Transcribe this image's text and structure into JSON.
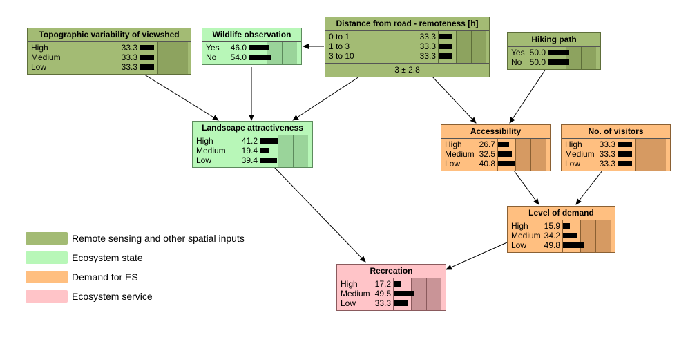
{
  "colors": {
    "spatial_inputs": "#a3bb74",
    "ecosystem_state": "#b8f7b8",
    "demand_for_es": "#ffbf80",
    "ecosystem_service": "#ffc4c8"
  },
  "legend": [
    {
      "label": "Remote sensing and other spatial inputs",
      "color": "#a3bb74"
    },
    {
      "label": "Ecosystem state",
      "color": "#b8f7b8"
    },
    {
      "label": "Demand for ES",
      "color": "#ffbf80"
    },
    {
      "label": "Ecosystem service",
      "color": "#ffc4c8"
    }
  ],
  "nodes": {
    "topo": {
      "title": "Topographic variability of viewshed",
      "category": "spatial_inputs",
      "states": [
        {
          "label": "High",
          "value": "33.3",
          "pct": 33.3
        },
        {
          "label": "Medium",
          "value": "33.3",
          "pct": 33.3
        },
        {
          "label": "Low",
          "value": "33.3",
          "pct": 33.3
        }
      ]
    },
    "wildlife": {
      "title": "Wildlife observation",
      "category": "ecosystem_state",
      "states": [
        {
          "label": "Yes",
          "value": "46.0",
          "pct": 46.0
        },
        {
          "label": "No",
          "value": "54.0",
          "pct": 54.0
        }
      ]
    },
    "distance": {
      "title": "Distance from road - remoteness [h]",
      "category": "spatial_inputs",
      "states": [
        {
          "label": "0 to 1",
          "value": "33.3",
          "pct": 33.3
        },
        {
          "label": "1 to 3",
          "value": "33.3",
          "pct": 33.3
        },
        {
          "label": "3 to 10",
          "value": "33.3",
          "pct": 33.3
        }
      ],
      "mean": "3 ± 2.8"
    },
    "hiking": {
      "title": "Hiking path",
      "category": "spatial_inputs",
      "states": [
        {
          "label": "Yes",
          "value": "50.0",
          "pct": 50.0
        },
        {
          "label": "No",
          "value": "50.0",
          "pct": 50.0
        }
      ]
    },
    "landscape": {
      "title": "Landscape attractiveness",
      "category": "ecosystem_state",
      "states": [
        {
          "label": "High",
          "value": "41.2",
          "pct": 41.2
        },
        {
          "label": "Medium",
          "value": "19.4",
          "pct": 19.4
        },
        {
          "label": "Low",
          "value": "39.4",
          "pct": 39.4
        }
      ]
    },
    "access": {
      "title": "Accessibility",
      "category": "demand_for_es",
      "states": [
        {
          "label": "High",
          "value": "26.7",
          "pct": 26.7
        },
        {
          "label": "Medium",
          "value": "32.5",
          "pct": 32.5
        },
        {
          "label": "Low",
          "value": "40.8",
          "pct": 40.8
        }
      ]
    },
    "visitors": {
      "title": "No. of visitors",
      "category": "demand_for_es",
      "states": [
        {
          "label": "High",
          "value": "33.3",
          "pct": 33.3
        },
        {
          "label": "Medium",
          "value": "33.3",
          "pct": 33.3
        },
        {
          "label": "Low",
          "value": "33.3",
          "pct": 33.3
        }
      ]
    },
    "demand": {
      "title": "Level of demand",
      "category": "demand_for_es",
      "states": [
        {
          "label": "High",
          "value": "15.9",
          "pct": 15.9
        },
        {
          "label": "Medium",
          "value": "34.2",
          "pct": 34.2
        },
        {
          "label": "Low",
          "value": "49.8",
          "pct": 49.8
        }
      ]
    },
    "recreation": {
      "title": "Recreation",
      "category": "ecosystem_service",
      "states": [
        {
          "label": "High",
          "value": "17.2",
          "pct": 17.2
        },
        {
          "label": "Medium",
          "value": "49.5",
          "pct": 49.5
        },
        {
          "label": "Low",
          "value": "33.3",
          "pct": 33.3
        }
      ]
    }
  },
  "edges": [
    {
      "from": "distance",
      "to": "wildlife"
    },
    {
      "from": "topo",
      "to": "landscape"
    },
    {
      "from": "wildlife",
      "to": "landscape"
    },
    {
      "from": "distance",
      "to": "landscape"
    },
    {
      "from": "distance",
      "to": "access"
    },
    {
      "from": "hiking",
      "to": "access"
    },
    {
      "from": "access",
      "to": "demand"
    },
    {
      "from": "visitors",
      "to": "demand"
    },
    {
      "from": "landscape",
      "to": "recreation"
    },
    {
      "from": "demand",
      "to": "recreation"
    }
  ]
}
